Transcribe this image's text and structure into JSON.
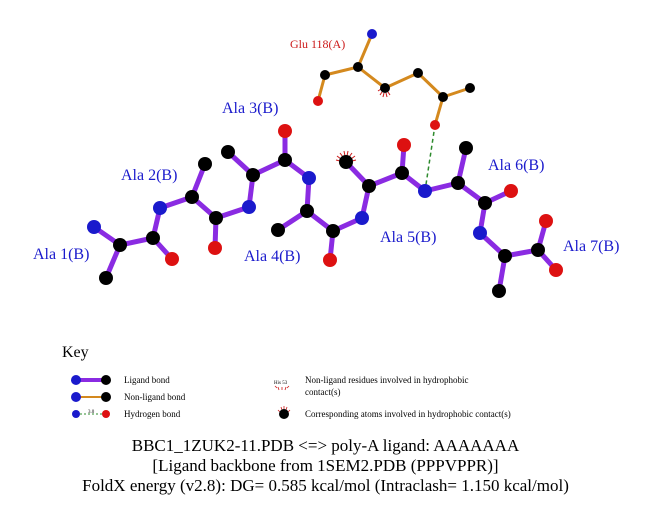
{
  "residue_labels": {
    "ala1": "Ala 1(B)",
    "ala2": "Ala 2(B)",
    "ala3": "Ala 3(B)",
    "ala4": "Ala 4(B)",
    "ala5": "Ala 5(B)",
    "ala6": "Ala 6(B)",
    "ala7": "Ala 7(B)",
    "glu118": "Glu 118(A)"
  },
  "key": {
    "title": "Key",
    "ligand_bond": "Ligand bond",
    "non_ligand_bond": "Non-ligand bond",
    "hydrogen_bond": "Hydrogen bond",
    "hbond_distance_sample": "3.0",
    "hydrophobic_residue_sample": "His 53",
    "hydrophobic_residues_line1": "Non-ligand residues involved in hydrophobic",
    "hydrophobic_residues_line2": "contact(s)",
    "hydrophobic_atoms": "Corresponding atoms involved in hydrophobic contact(s)"
  },
  "footer": {
    "line1": "BBC1_1ZUK2-11.PDB <=> poly-A ligand: AAAAAAA",
    "line2": "[Ligand backbone from 1SEM2.PDB (PPPVPPR)]",
    "line3": "FoldX energy (v2.8): DG= 0.585 kcal/mol (Intraclash= 1.150 kcal/mol)"
  },
  "colors": {
    "ligand_bond": "#8a2be2",
    "non_ligand_bond": "#d4891e",
    "hydrogen_bond": "#2e8b2e",
    "carbon": "#000000",
    "nitrogen": "#1a1acc",
    "oxygen": "#dd1111",
    "residue_label": "#1a1acc",
    "protein_label": "#cc1a1a"
  }
}
